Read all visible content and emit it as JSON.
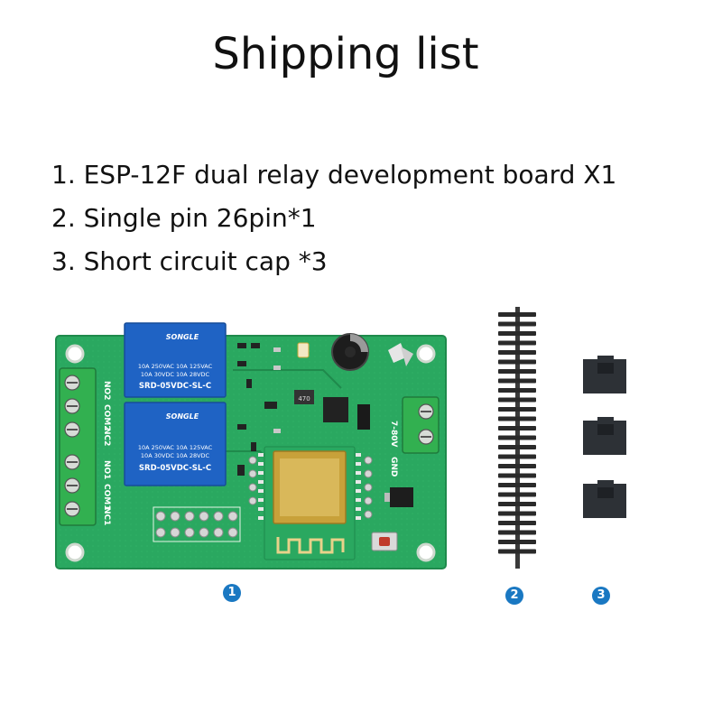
{
  "title": "Shipping list",
  "items": [
    {
      "text": "1. ESP-12F dual relay development board X1"
    },
    {
      "text": "2. Single pin 26pin*1"
    },
    {
      "text": "3. Short circuit cap *3"
    }
  ],
  "board": {
    "relay_brand": "SONGLE",
    "relay_rating_1": "10A 250VAC 10A 125VAC",
    "relay_rating_2": "10A  30VDC 10A  28VDC",
    "relay_model": "SRD-05VDC-SL-C",
    "terminal_labels": [
      "NO2",
      "COM2",
      "NC2",
      "NO1",
      "COM1",
      "NC1"
    ],
    "power_label": "7-80V",
    "gnd_label": "GND",
    "cap_label": "470"
  },
  "markers": [
    "1",
    "2",
    "3"
  ],
  "colors": {
    "pcb": "#2aa860",
    "pcb_dark": "#1f8a4c",
    "relay": "#1f63c4",
    "terminal": "#32b050",
    "badge": "#1a78c2",
    "header_pin": "#2a2a2a",
    "jumper": "#2d3136"
  }
}
